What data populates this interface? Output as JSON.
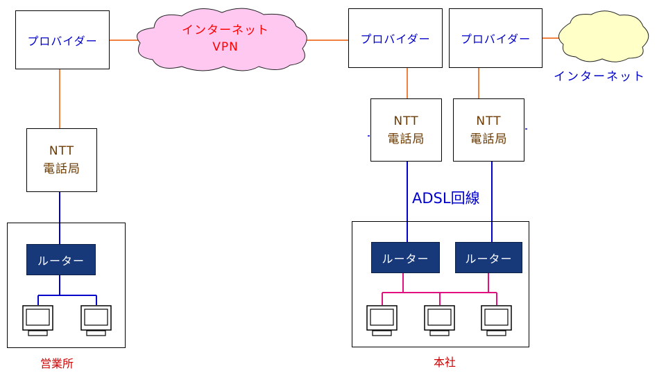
{
  "diagram": {
    "vpn_cloud": {
      "line1": "インターネット",
      "line2": "VPN"
    },
    "internet_label": "インターネット",
    "provider_label": "プロバイダー",
    "ntt_line1": "NTT",
    "ntt_line2": "電話局",
    "router_label": "ルーター",
    "adsl_label": "ADSL回線",
    "branch_label": "営業所",
    "hq_label": "本社"
  },
  "colors": {
    "provider_link": "#f08040",
    "adsl_link": "#0000cc",
    "lan_branch": "#0000cc",
    "lan_hq": "#e0107f",
    "router_fill": "#17397a",
    "vpn_cloud_fill": "#ffc8f0",
    "internet_cloud_fill": "#ffffc8"
  }
}
